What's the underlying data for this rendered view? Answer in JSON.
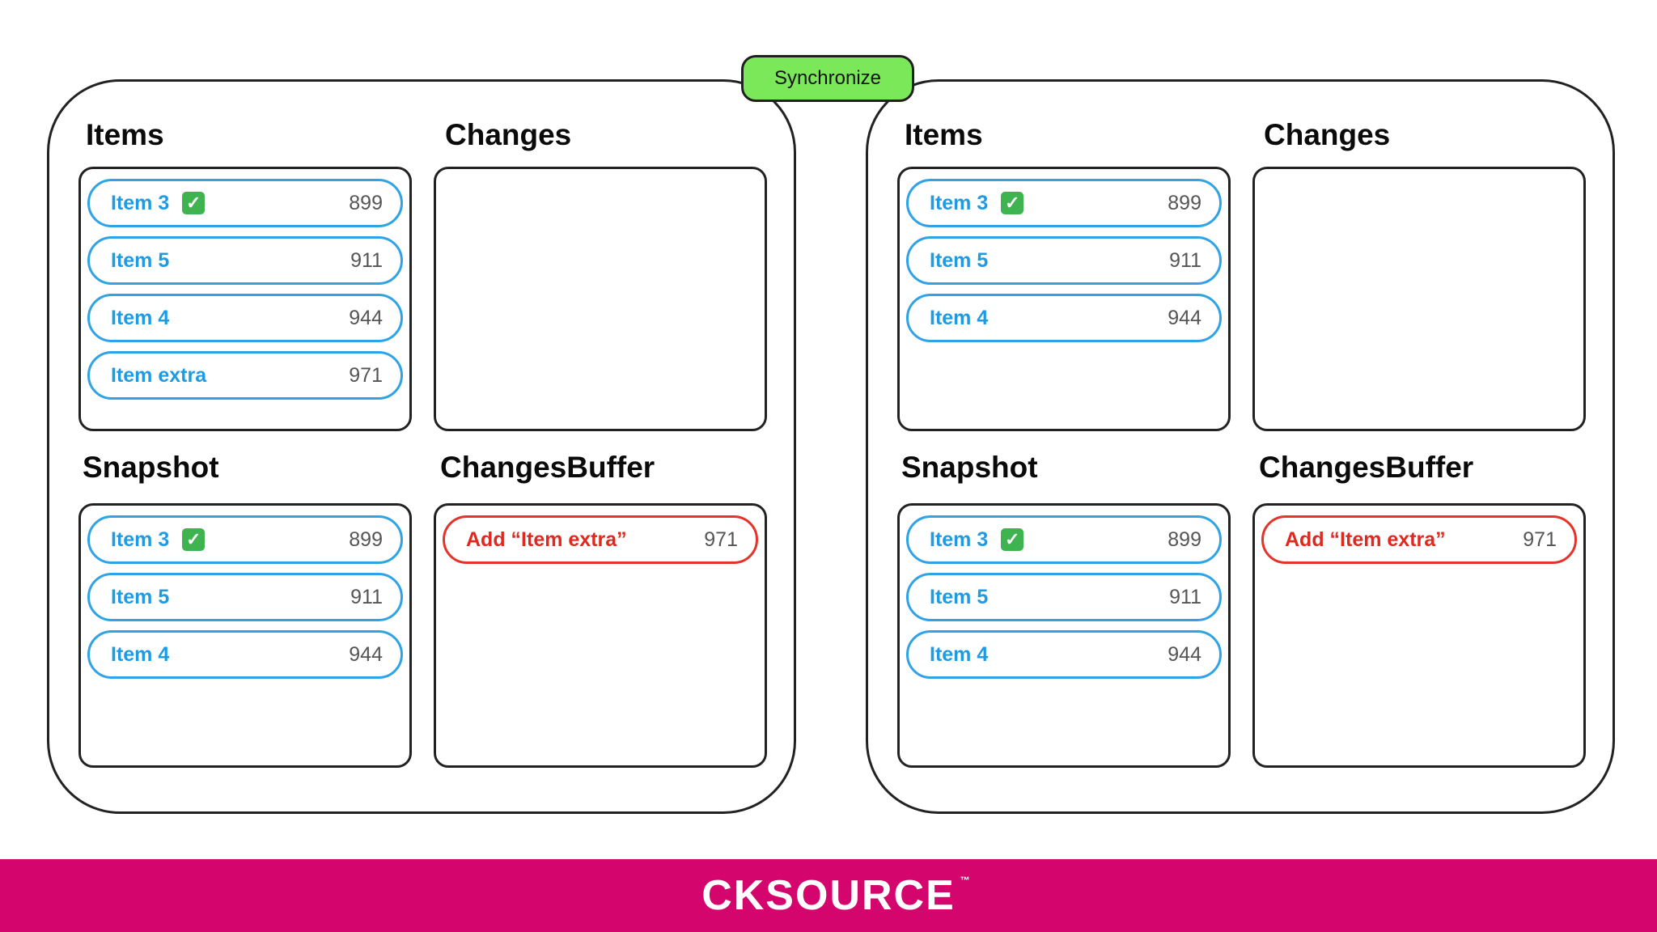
{
  "sync_button": {
    "label": "Synchronize"
  },
  "clients": [
    {
      "items": {
        "title": "Items",
        "rows": [
          {
            "name": "Item 3",
            "checked": true,
            "value": "899"
          },
          {
            "name": "Item 5",
            "checked": false,
            "value": "911"
          },
          {
            "name": "Item 4",
            "checked": false,
            "value": "944"
          },
          {
            "name": "Item extra",
            "checked": false,
            "value": "971"
          }
        ]
      },
      "changes": {
        "title": "Changes",
        "rows": []
      },
      "snapshot": {
        "title": "Snapshot",
        "rows": [
          {
            "name": "Item 3",
            "checked": true,
            "value": "899"
          },
          {
            "name": "Item 5",
            "checked": false,
            "value": "911"
          },
          {
            "name": "Item 4",
            "checked": false,
            "value": "944"
          }
        ]
      },
      "changes_buffer": {
        "title": "ChangesBuffer",
        "rows": [
          {
            "name": "Add “Item extra”",
            "value": "971"
          }
        ]
      }
    },
    {
      "items": {
        "title": "Items",
        "rows": [
          {
            "name": "Item 3",
            "checked": true,
            "value": "899"
          },
          {
            "name": "Item 5",
            "checked": false,
            "value": "911"
          },
          {
            "name": "Item 4",
            "checked": false,
            "value": "944"
          }
        ]
      },
      "changes": {
        "title": "Changes",
        "rows": []
      },
      "snapshot": {
        "title": "Snapshot",
        "rows": [
          {
            "name": "Item 3",
            "checked": true,
            "value": "899"
          },
          {
            "name": "Item 5",
            "checked": false,
            "value": "911"
          },
          {
            "name": "Item 4",
            "checked": false,
            "value": "944"
          }
        ]
      },
      "changes_buffer": {
        "title": "ChangesBuffer",
        "rows": [
          {
            "name": "Add “Item extra”",
            "value": "971"
          }
        ]
      }
    }
  ],
  "footer": {
    "logo_text": "CKSOURCE",
    "trademark": "™"
  },
  "colors": {
    "item_border": "#2fa3e6",
    "item_text": "#1f9be3",
    "change_border": "#e5332a",
    "change_text": "#e0281f",
    "sync_button": "#7be85a",
    "footer_bg": "#d4066d",
    "check": "#3fb34f"
  },
  "icons": {
    "checked": "check-mark-icon"
  }
}
